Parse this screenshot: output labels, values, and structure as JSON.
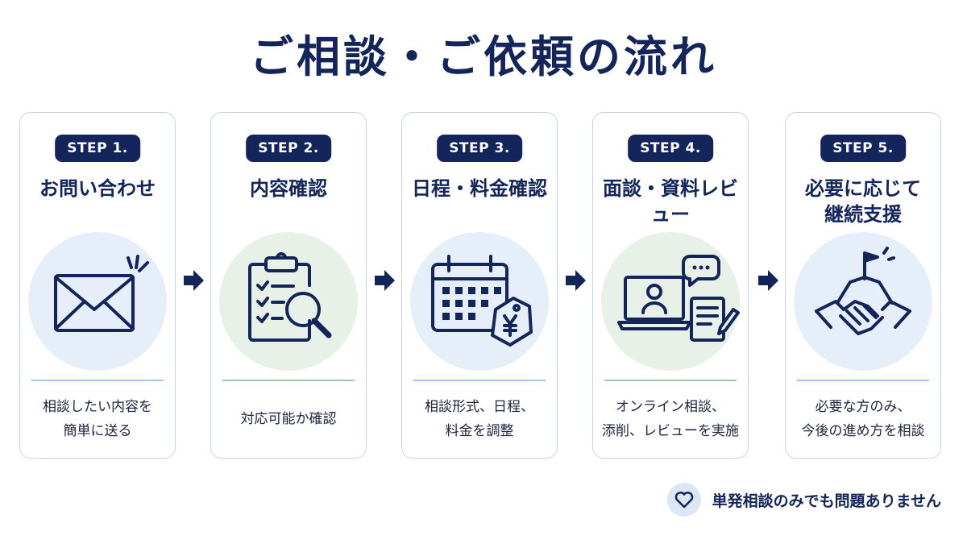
{
  "title": "ご相談・ご依頼の流れ",
  "steps": [
    {
      "badge": "STEP 1.",
      "title": "お問い合わせ",
      "description": "相談したい内容を\n簡単に送る",
      "icon": "envelope-icon",
      "theme": "blue"
    },
    {
      "badge": "STEP 2.",
      "title": "内容確認",
      "description": "対応可能か確認",
      "icon": "clipboard-magnifier-icon",
      "theme": "green"
    },
    {
      "badge": "STEP 3.",
      "title": "日程・料金確認",
      "description": "相談形式、日程、\n料金を調整",
      "icon": "calendar-yen-tag-icon",
      "theme": "blue"
    },
    {
      "badge": "STEP 4.",
      "title": "面談・資料レビュー",
      "description": "オンライン相談、\n添削、レビューを実施",
      "icon": "video-call-document-icon",
      "theme": "green"
    },
    {
      "badge": "STEP 5.",
      "title": "必要に応じて\n継続支援",
      "description": "必要な方のみ、\n今後の進め方を相談",
      "icon": "handshake-flag-icon",
      "theme": "blue"
    }
  ],
  "note": {
    "icon": "heart-icon",
    "text": "単発相談のみでも問題ありません"
  },
  "colors": {
    "navy": "#13255a",
    "blue_bg": "#e6eef9",
    "green_bg": "#e7f1e7"
  }
}
